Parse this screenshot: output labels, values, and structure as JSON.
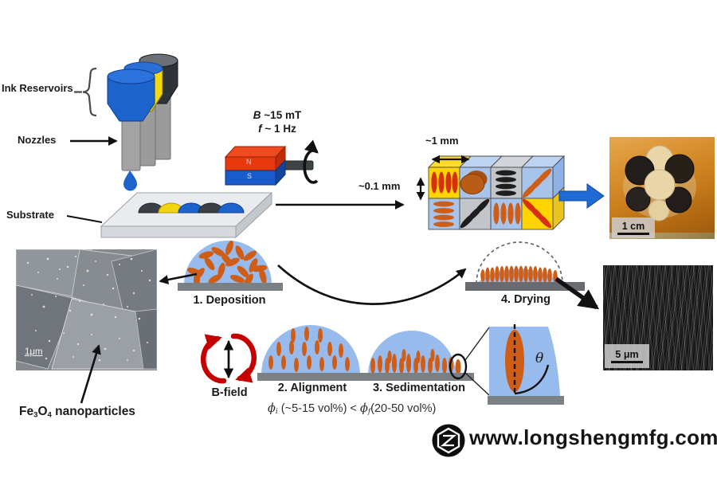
{
  "figure": {
    "printer": {
      "ink_reservoirs_label": "Ink Reservoirs",
      "nozzles_label": "Nozzles",
      "substrate_label": "Substrate"
    },
    "magnet": {
      "field_symbol": "B",
      "field_value": "~15 mT",
      "freq_symbol": "f",
      "freq_value": "~ 1 Hz",
      "north": "N",
      "south": "S"
    },
    "dims": {
      "cell_width": "~1 mm",
      "cell_height": "~0.1 mm"
    },
    "photo_scale": "1 cm",
    "steps": {
      "step1": "1. Deposition",
      "step2": "2. Alignment",
      "step3": "3. Sedimentation",
      "step4": "4. Drying"
    },
    "bfield_label": "B-field",
    "theta": "θ",
    "phi": {
      "sym_i": "ϕ",
      "sub_i": "i",
      "range_i": " (~5-15 vol%) < ",
      "sym_f": "ϕ",
      "sub_f": "f",
      "range_f": "(20-50 vol%)"
    },
    "sem_left": {
      "scale": "1μm",
      "caption_fe": "Fe",
      "caption_sub3": "3",
      "caption_o": "O",
      "caption_sub4": "4",
      "caption_rest": " nanoparticles"
    },
    "sem_right": {
      "scale": "5 μm"
    },
    "footer": {
      "website": "www.longshengmfg.com"
    },
    "colors": {
      "ink_blue": "#1C63CC",
      "ink_yellow": "#F2D50F",
      "ink_black": "#33383C",
      "magnet_red": "#E8380D",
      "magnet_blue": "#1A5ACC",
      "droplet_blue": "#96BBEC",
      "particle_orange": "#CE5E17",
      "particle_red": "#D6310E",
      "arrow_blue": "#1E6BD6",
      "bfield_red": "#C40000"
    }
  }
}
